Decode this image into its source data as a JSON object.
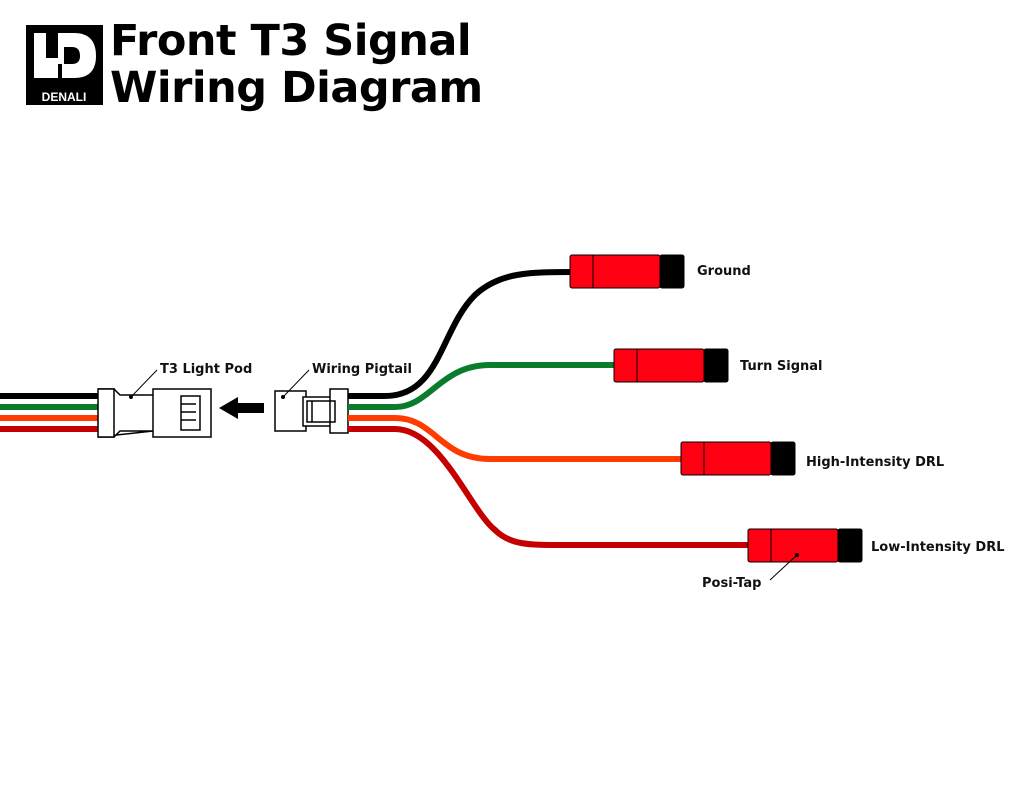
{
  "title": {
    "line1": "Front T3 Signal",
    "line2": "Wiring Diagram"
  },
  "logo": {
    "text": "DENALI",
    "icon": "denali-d-logo"
  },
  "labels": {
    "light_pod": "T3 Light Pod",
    "pigtail": "Wiring Pigtail",
    "ground": "Ground",
    "turn_signal": "Turn Signal",
    "high_drl": "High-Intensity DRL",
    "low_drl": "Low-Intensity DRL",
    "posi_tap": "Posi-Tap"
  },
  "colors": {
    "black": "#000000",
    "green": "#0a7d2c",
    "orange": "#ff3b00",
    "red": "#c40000",
    "posi_tap": "#ff0013"
  }
}
